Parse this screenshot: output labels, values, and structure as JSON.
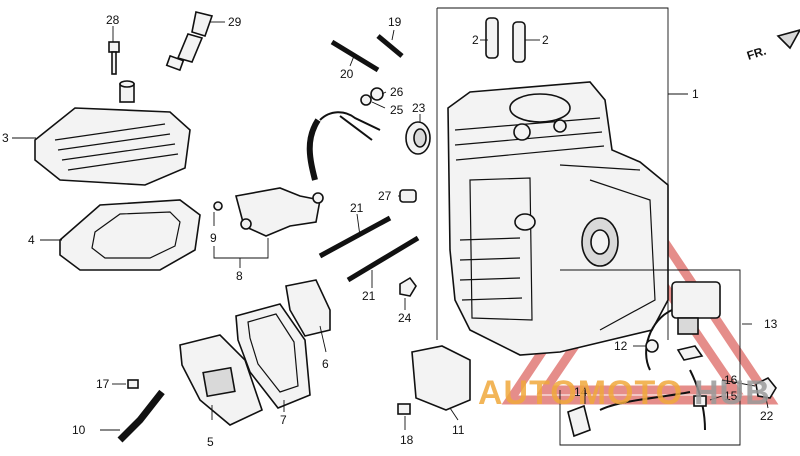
{
  "callouts": {
    "c1": "1",
    "c2a": "2",
    "c2b": "2",
    "c3": "3",
    "c4": "4",
    "c5": "5",
    "c6": "6",
    "c7": "7",
    "c8": "8",
    "c9": "9",
    "c10": "10",
    "c11": "11",
    "c12": "12",
    "c13": "13",
    "c14": "14",
    "c15": "15",
    "c16": "16",
    "c17": "17",
    "c18": "18",
    "c19": "19",
    "c20": "20",
    "c21a": "21",
    "c21b": "21",
    "c22": "22",
    "c23": "23",
    "c24": "24",
    "c25": "25",
    "c26": "26",
    "c27": "27",
    "c28": "28",
    "c29": "29"
  },
  "direction_marker": {
    "label": "FR."
  },
  "watermark": {
    "brand_a": "AUTOMOTO",
    "brand_b": "HUB",
    "colors": {
      "triangle": "#d0302a",
      "text_a": "#f0a93c",
      "text_b": "#9a9a9a"
    }
  }
}
